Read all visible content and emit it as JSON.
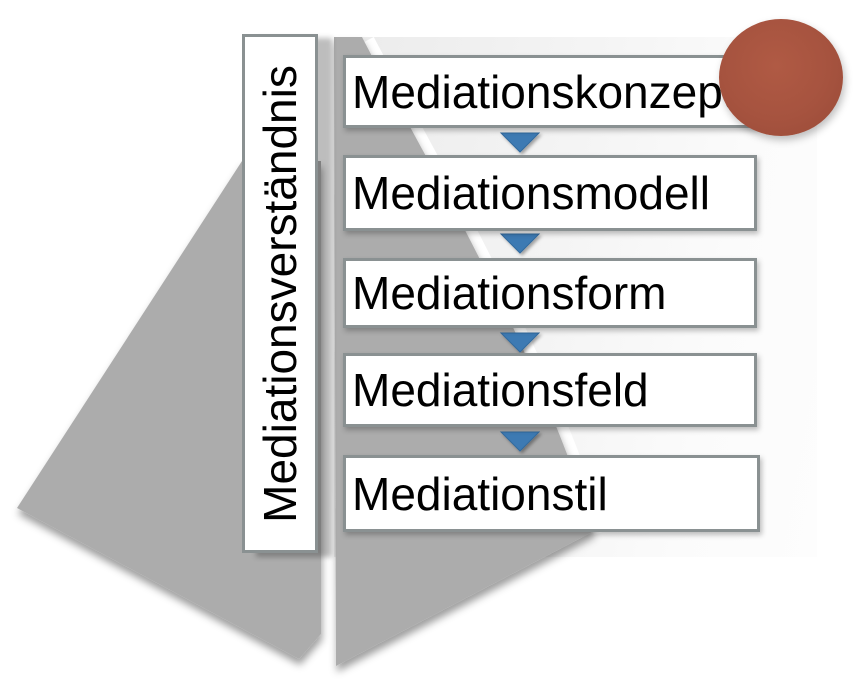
{
  "diagram": {
    "vertical_label": "Mediationsverständnis",
    "boxes": [
      {
        "label": "Mediationskonzept"
      },
      {
        "label": "Mediationsmodell"
      },
      {
        "label": "Mediationsform"
      },
      {
        "label": "Mediationsfeld"
      },
      {
        "label": "Mediationstil"
      }
    ],
    "connector_count": 4,
    "colors": {
      "shape_gray": "#acacac",
      "box_border": "#8a9192",
      "connector_blue": "#3e7ab3",
      "accent_circle": "#a6523e",
      "panel_gradient_start": "#ebebeb",
      "panel_gradient_end": "#fdfdfd",
      "text": "#000000"
    }
  }
}
